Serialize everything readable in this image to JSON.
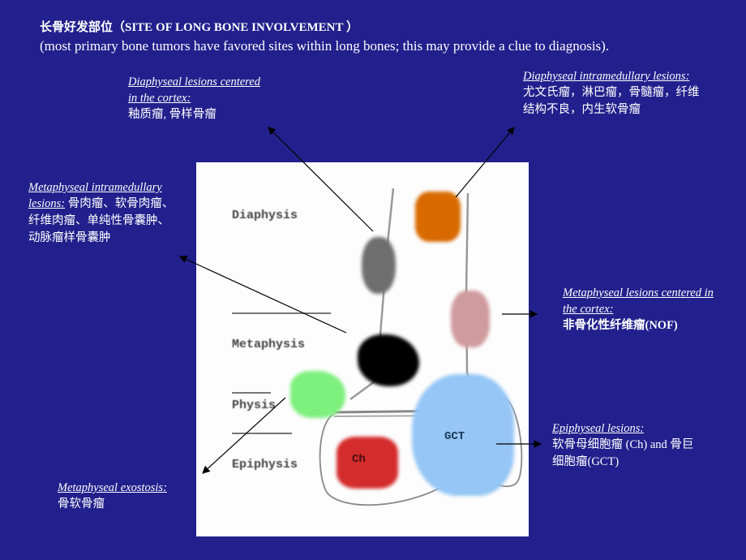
{
  "header": {
    "title": "长骨好发部位（SITE OF LONG BONE INVOLVEMENT ）",
    "subtitle": "(most primary bone tumors have favored sites within long bones; this may provide a clue to diagnosis)."
  },
  "colors": {
    "background": "#22208c",
    "diagram_background": "#fdfdfd",
    "diaphyseal_cortex": "#6e6e6e",
    "diaphyseal_intramedullary": "#d86a00",
    "metaphyseal_intramedullary": "#000000",
    "metaphyseal_cortex": "#d09b9e",
    "metaphyseal_exostosis": "#7ef07e",
    "chondroblastoma": "#d42c2c",
    "gct": "#95c6f5"
  },
  "annotations": {
    "diaphyseal_cortex": {
      "heading": "Diaphyseal lesions centered in the cortex:",
      "heading_line1": "Diaphyseal lesions centered",
      "heading_line2": "in the cortex:",
      "body": "釉质瘤, 骨样骨瘤"
    },
    "diaphyseal_intramedullary": {
      "heading": "Diaphyseal intramedullary lesions:",
      "body_line1": "尤文氏瘤，淋巴瘤，骨髓瘤，纤维",
      "body_line2": "结构不良，内生软骨瘤"
    },
    "metaphyseal_intramedullary": {
      "heading_line1": "Metaphyseal intramedullary",
      "heading_line2": "lesions:",
      "body_line1": " 骨肉瘤、软骨肉瘤、",
      "body_line2": "纤维肉瘤、单纯性骨囊肿、",
      "body_line3": "动脉瘤样骨囊肿"
    },
    "metaphyseal_cortex": {
      "heading_line1": "Metaphyseal lesions centered in",
      "heading_line2": "the cortex:",
      "body": "非骨化性纤维瘤(NOF)"
    },
    "epiphyseal": {
      "heading": "Epiphyseal lesions:",
      "body_line1": "软骨母细胞瘤 (Ch) and 骨巨",
      "body_line2": "细胞瘤(GCT)"
    },
    "metaphyseal_exostosis": {
      "heading": "Metaphyseal exostosis:",
      "body": "骨软骨瘤"
    }
  },
  "diagram": {
    "zones": [
      "Diaphysis",
      "Metaphysis",
      "Physis",
      "Epiphysis"
    ],
    "lesion_labels": {
      "chondroblastoma": "Ch",
      "gct": "GCT"
    }
  }
}
